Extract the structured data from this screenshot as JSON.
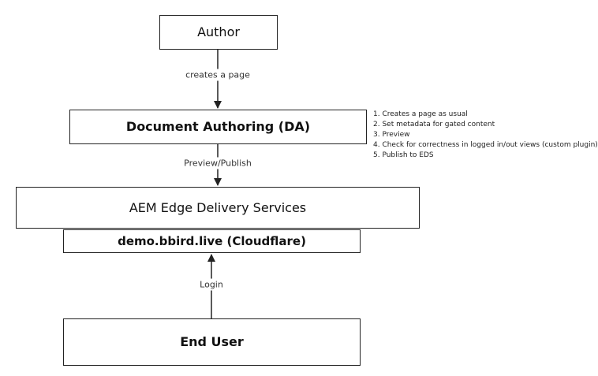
{
  "diagram": {
    "nodes": {
      "author": "Author",
      "document_authoring": "Document Authoring (DA)",
      "aem_eds": "AEM Edge Delivery Services",
      "demo_site": "demo.bbird.live (Cloudflare)",
      "end_user": "End User"
    },
    "edges": {
      "creates_page": "creates a page",
      "preview_publish": "Preview/Publish",
      "login": "Login"
    },
    "notes": [
      "1. Creates a page as usual",
      "2. Set metadata for gated content",
      "3. Preview",
      "4. Check for correctness in logged in/out views (custom plugin)",
      "5. Publish to EDS"
    ]
  }
}
